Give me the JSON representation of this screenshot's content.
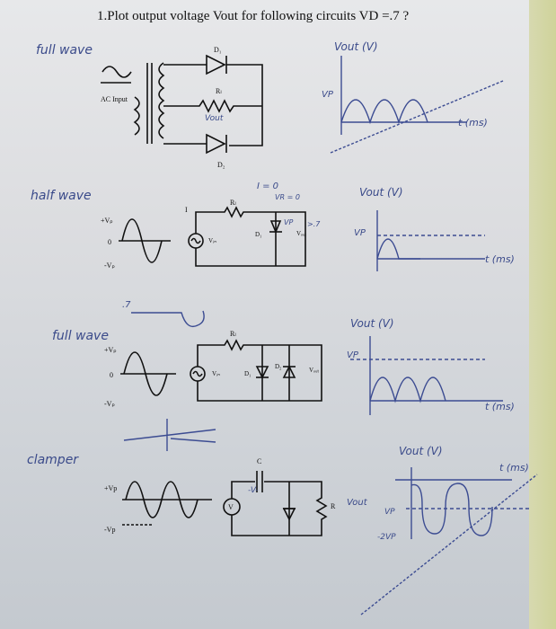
{
  "question": "1.Plot output voltage Vout for following circuits VD =.7 ?",
  "sections": [
    {
      "handwritten_label": "full wave",
      "circuit_labels": {
        "diode_top": "D₁",
        "resistor": "Rₗ",
        "source": "AC Input",
        "output": "Vout",
        "diode_bottom": "D₂"
      },
      "graph": {
        "ylabel": "Vout (V)",
        "level": "VP",
        "xlabel": "t (ms)"
      }
    },
    {
      "handwritten_label": "half wave",
      "circuit_labels": {
        "resistor": "Rₗ",
        "current": "I",
        "diode": "D₁",
        "vin": "Vᵢₙ",
        "vout": "Vₒᵤₜ",
        "note": "VP",
        "note2": ">.7"
      },
      "wave_labels": {
        "top": "+Vₚ",
        "zero": "0",
        "bottom": "-Vₚ"
      },
      "annotation": "I = 0",
      "annotation2": "VR = 0",
      "graph": {
        "ylabel": "Vout (V)",
        "level": "VP",
        "xlabel": "t (ms)"
      }
    },
    {
      "handwritten_label": "full wave",
      "margin_note": ".7",
      "circuit_labels": {
        "resistor": "Rₗ",
        "vin": "Vᵢₙ",
        "d1": "D₁",
        "d2": "D₂",
        "vout": "Vₒᵤₜ"
      },
      "wave_labels": {
        "top": "+Vₚ",
        "zero": "0",
        "bottom": "-Vₚ"
      },
      "graph": {
        "ylabel": "Vout (V)",
        "level": "VP",
        "xlabel": "t (ms)"
      }
    },
    {
      "handwritten_label": "clamper",
      "circuit_labels": {
        "capacitor": "C",
        "vc": "-V-",
        "source": "V",
        "resistor": "R",
        "output": "Vout"
      },
      "wave_labels": {
        "top": "+Vp",
        "bottom": "-Vp"
      },
      "graph": {
        "ylabel": "Vout (V)",
        "level1": "VP",
        "level2": "-2VP",
        "xlabel": "t (ms)"
      }
    }
  ]
}
